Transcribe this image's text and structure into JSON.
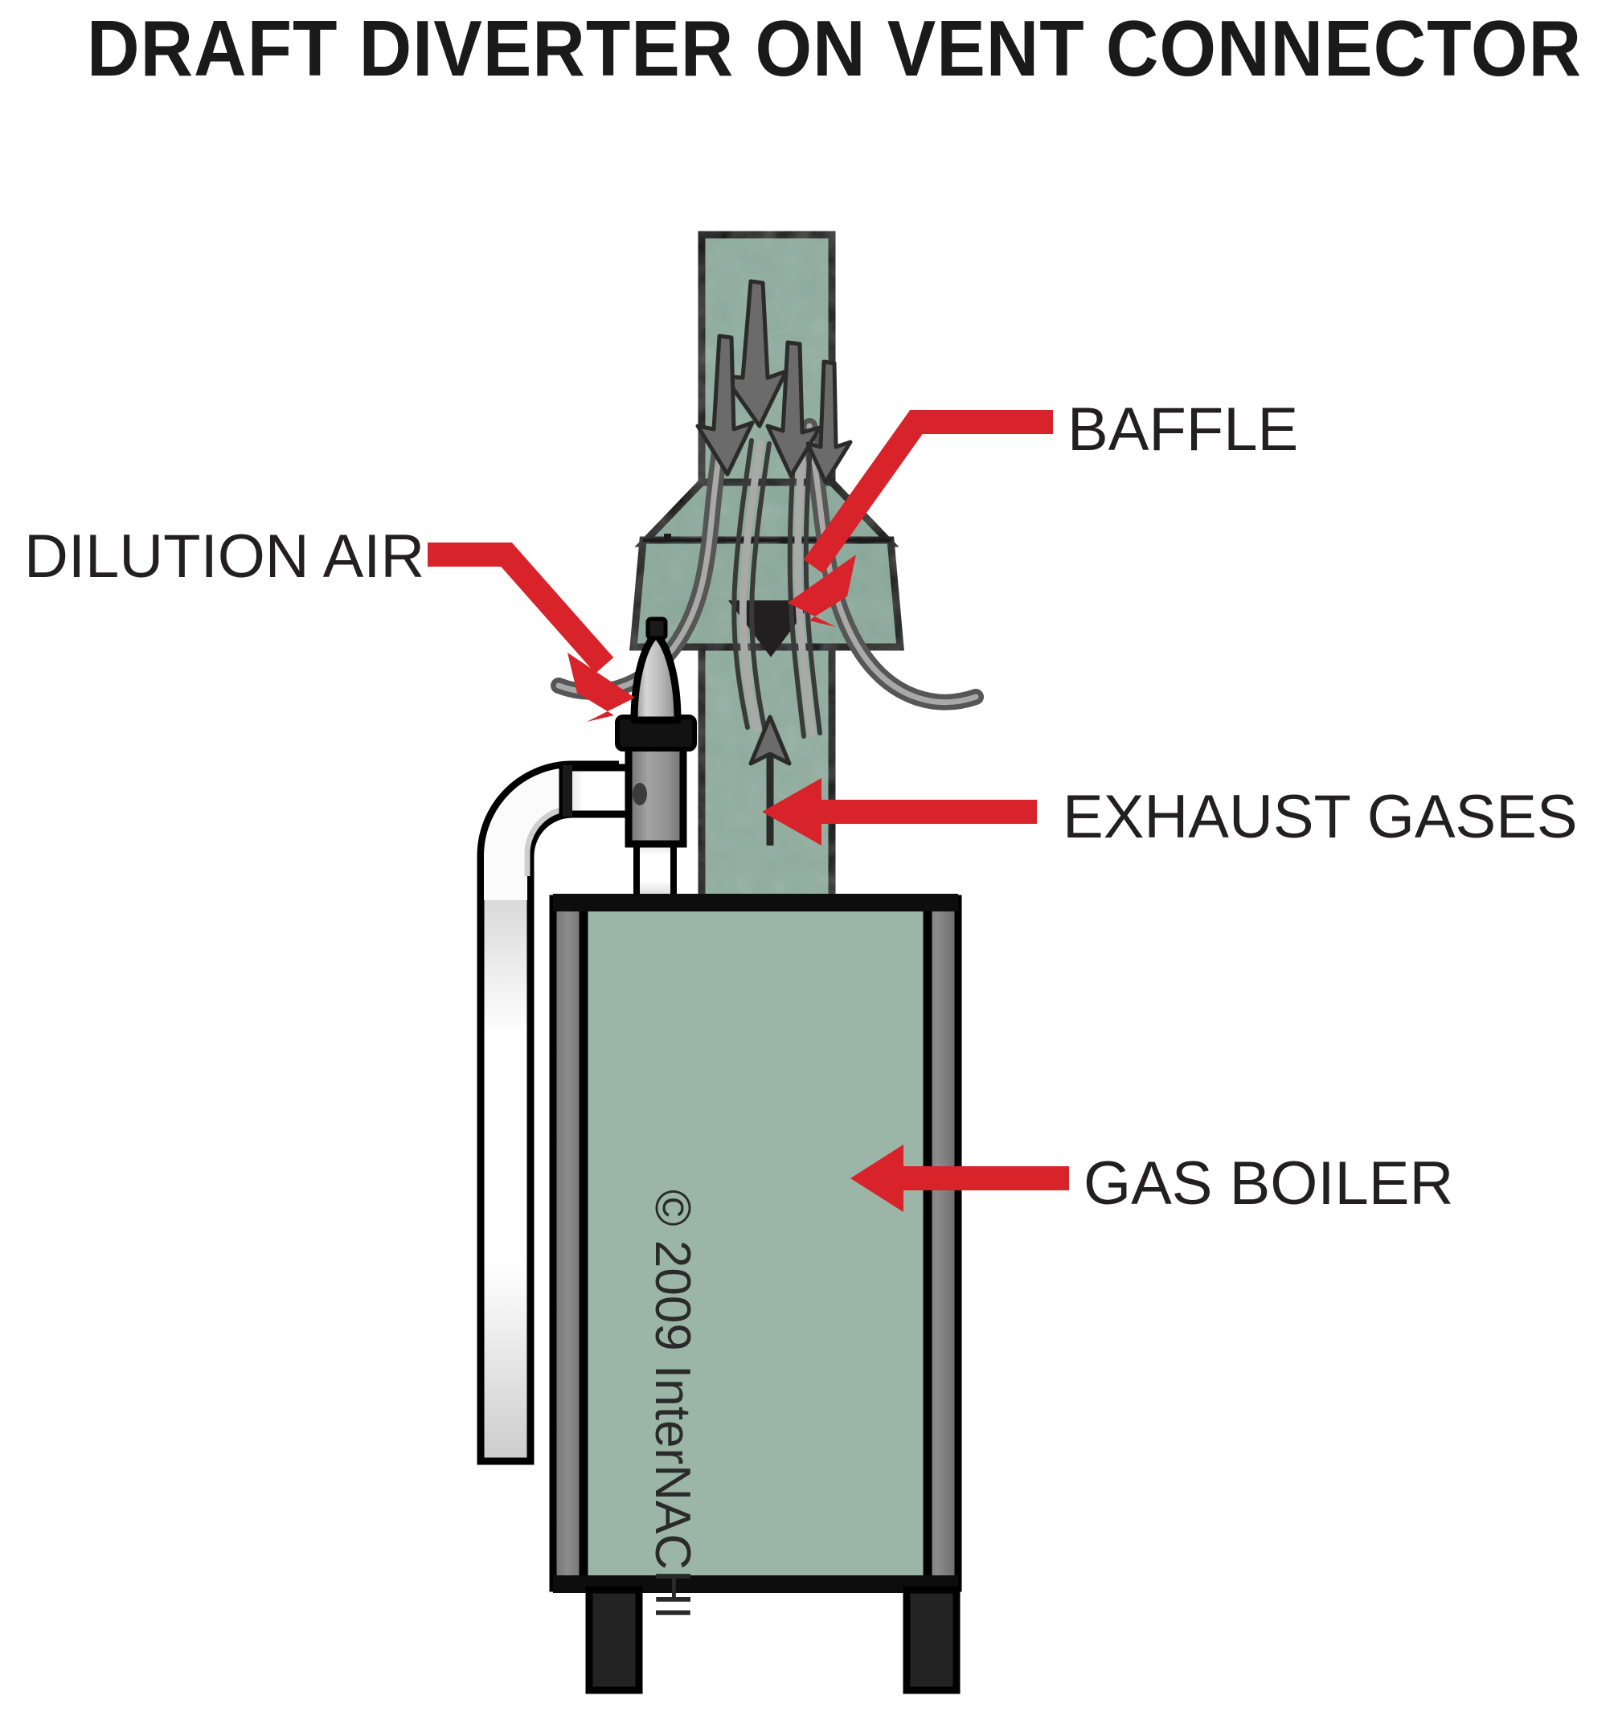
{
  "figure": {
    "title": "DRAFT  DIVERTER ON VENT CONNECTOR",
    "copyright": "© 2009 InterNACHI"
  },
  "colors": {
    "background": "#ffffff",
    "accent_red": "#d8232a",
    "flue_green": "#8fad9f",
    "boiler_green": "#9bb6a6",
    "hood_green": "#8aa99b",
    "panel_gray": "#808080",
    "outline_black": "#000000",
    "flow_arrow_gray": "#565656",
    "valve_gray": "#8c8c8c",
    "pipe_white": "#ffffff",
    "leg_black": "#1f1f1f",
    "text_black": "#231f20"
  },
  "callouts": [
    {
      "id": "baffle",
      "label": "BAFFLE",
      "points_to": "baffle-plate",
      "arrow_direction": "down-left"
    },
    {
      "id": "dilution-air",
      "label": "DILUTION AIR",
      "points_to": "hood-lower-opening",
      "arrow_direction": "down-right"
    },
    {
      "id": "exhaust-gases",
      "label": "EXHAUST GASES",
      "points_to": "flue-pipe",
      "arrow_direction": "left"
    },
    {
      "id": "gas-boiler",
      "label": "GAS BOILER",
      "points_to": "boiler-body",
      "arrow_direction": "left"
    }
  ],
  "components": [
    {
      "id": "flue-pipe",
      "name": "vent connector flue pipe"
    },
    {
      "id": "draft-diverter-hood",
      "name": "draft diverter hood"
    },
    {
      "id": "baffle-plate",
      "name": "baffle"
    },
    {
      "id": "boiler-body",
      "name": "gas boiler cabinet"
    },
    {
      "id": "relief-valve",
      "name": "pressure relief valve"
    },
    {
      "id": "discharge-pipe",
      "name": "relief valve discharge pipe"
    },
    {
      "id": "boiler-leg-left",
      "name": "boiler leg"
    },
    {
      "id": "boiler-leg-right",
      "name": "boiler leg"
    }
  ],
  "flow_arrows": {
    "exhaust_up_count": 4,
    "dilution_in_count": 2,
    "stack_up_count": 1
  }
}
